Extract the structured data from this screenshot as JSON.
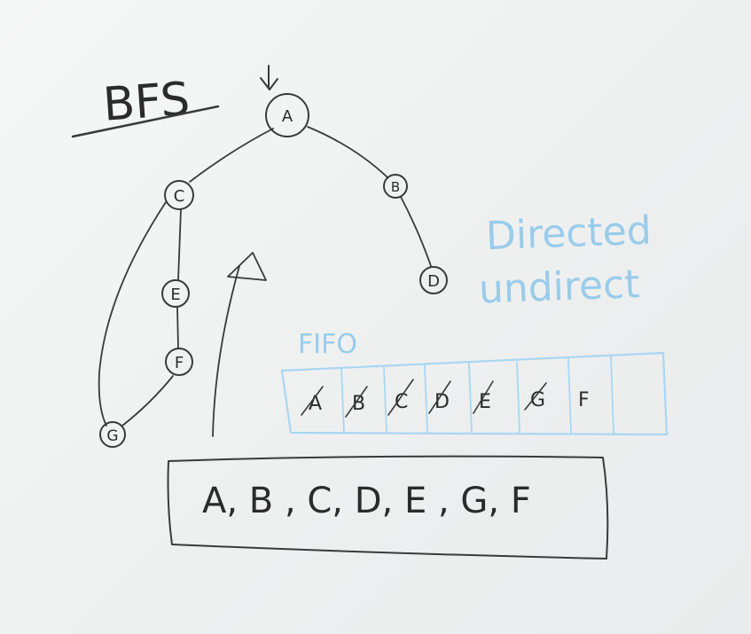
{
  "title": "BFS",
  "nodes": [
    {
      "id": "A",
      "label": "A"
    },
    {
      "id": "B",
      "label": "B"
    },
    {
      "id": "C",
      "label": "C"
    },
    {
      "id": "D",
      "label": "D"
    },
    {
      "id": "E",
      "label": "E"
    },
    {
      "id": "F",
      "label": "F"
    },
    {
      "id": "G",
      "label": "G"
    }
  ],
  "edges": [
    [
      "A",
      "C"
    ],
    [
      "A",
      "B"
    ],
    [
      "B",
      "D"
    ],
    [
      "C",
      "E"
    ],
    [
      "E",
      "F"
    ],
    [
      "F",
      "G"
    ],
    [
      "C",
      "G"
    ]
  ],
  "notes": {
    "directed": "Directed",
    "undirected": "undirect"
  },
  "queue": {
    "label": "FIFO",
    "cells": [
      "A",
      "B",
      "C",
      "D",
      "E",
      "G",
      "F"
    ]
  },
  "traversal": "A, B , C, D, E , G, F",
  "colors": {
    "ink": "#2b2b2b",
    "blue_ink": "#8cc6ea",
    "board": "#f0f2f2"
  }
}
